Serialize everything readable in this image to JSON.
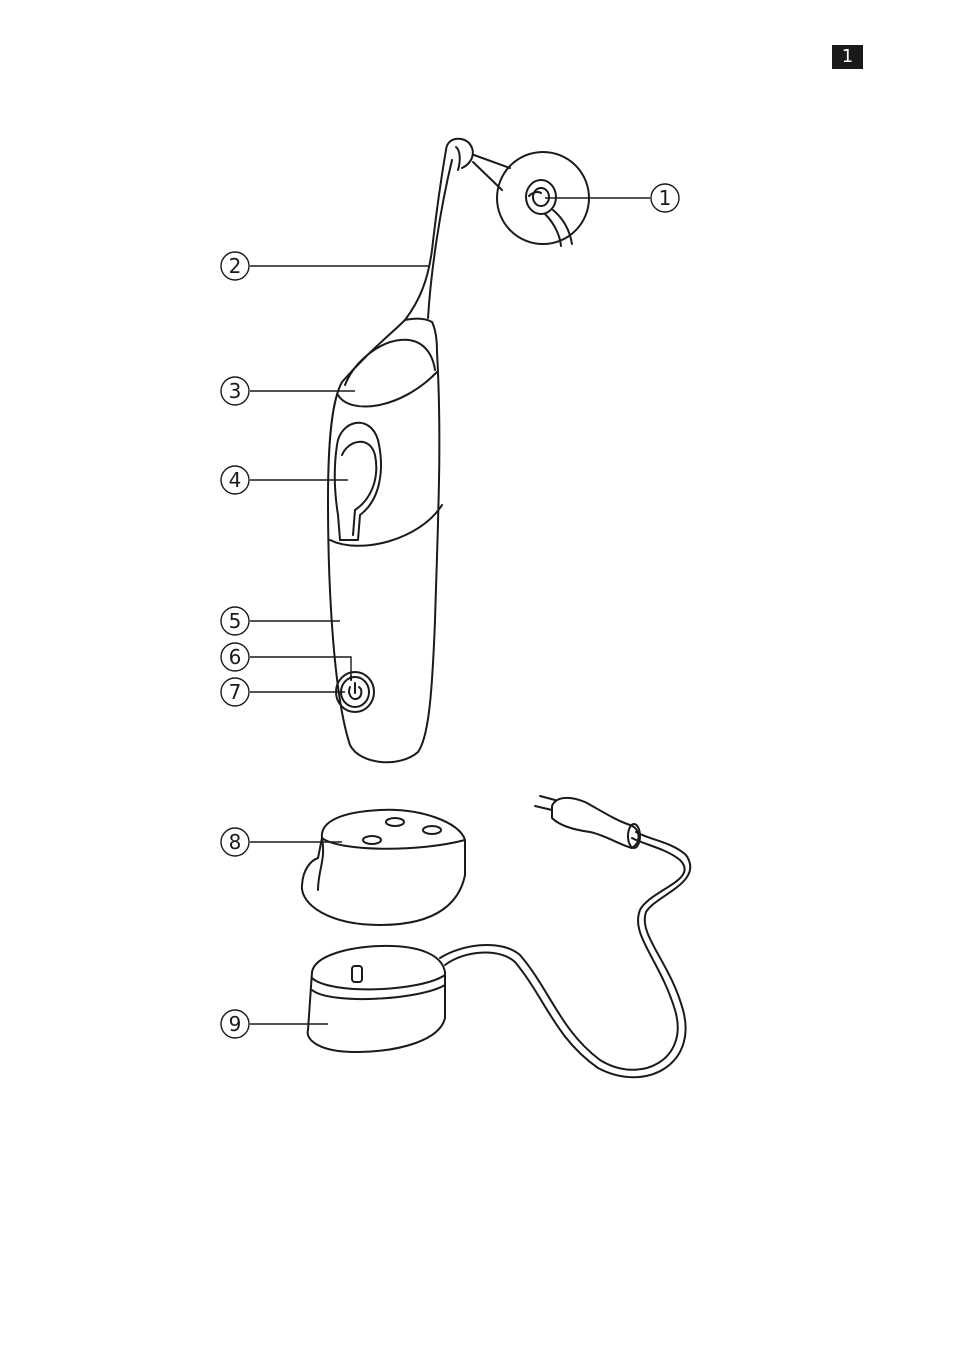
{
  "page_number": "1",
  "callouts": [
    "1",
    "2",
    "3",
    "4",
    "5",
    "6",
    "7",
    "8",
    "9"
  ]
}
